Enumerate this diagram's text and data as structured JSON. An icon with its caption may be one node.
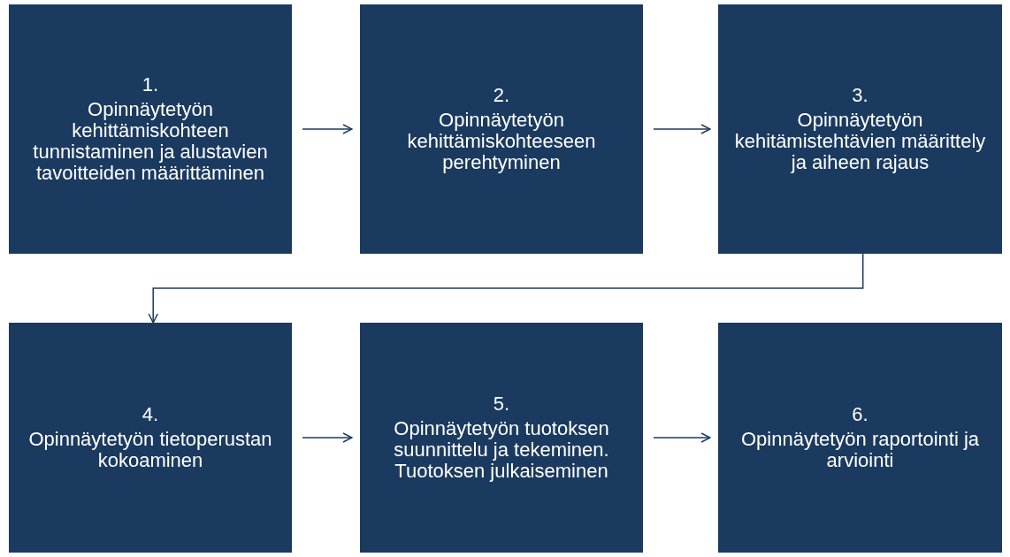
{
  "diagram": {
    "nodes": [
      {
        "text": [
          "1.",
          "Opinnäytetyön kehittämiskohteen tunnistaminen ja alustavien tavoitteiden määrittäminen"
        ]
      },
      {
        "text": [
          "2.",
          "Opinnäytetyön kehittämiskohteeseen perehtyminen"
        ]
      },
      {
        "text": [
          "3.",
          "Opinnäytetyön kehitämistehtävien määrittely ja aiheen rajaus"
        ]
      },
      {
        "text": [
          "4.",
          "Opinnäytetyön tietoperustan kokoaminen"
        ]
      },
      {
        "text": [
          "5.",
          "Opinnäytetyön tuotoksen suunnittelu ja tekeminen. Tuotoksen julkaiseminen"
        ]
      },
      {
        "text": [
          "6.",
          "Opinnäytetyön raportointi ja arviointi"
        ]
      }
    ],
    "edges": [
      {
        "from": 0,
        "to": 1,
        "arrow": "to"
      },
      {
        "from": 1,
        "to": 2,
        "arrow": "to"
      },
      {
        "from": 2,
        "to": 3,
        "arrow": "to"
      },
      {
        "from": 3,
        "to": 4,
        "arrow": "to"
      },
      {
        "from": 4,
        "to": 5,
        "arrow": "to"
      }
    ]
  }
}
